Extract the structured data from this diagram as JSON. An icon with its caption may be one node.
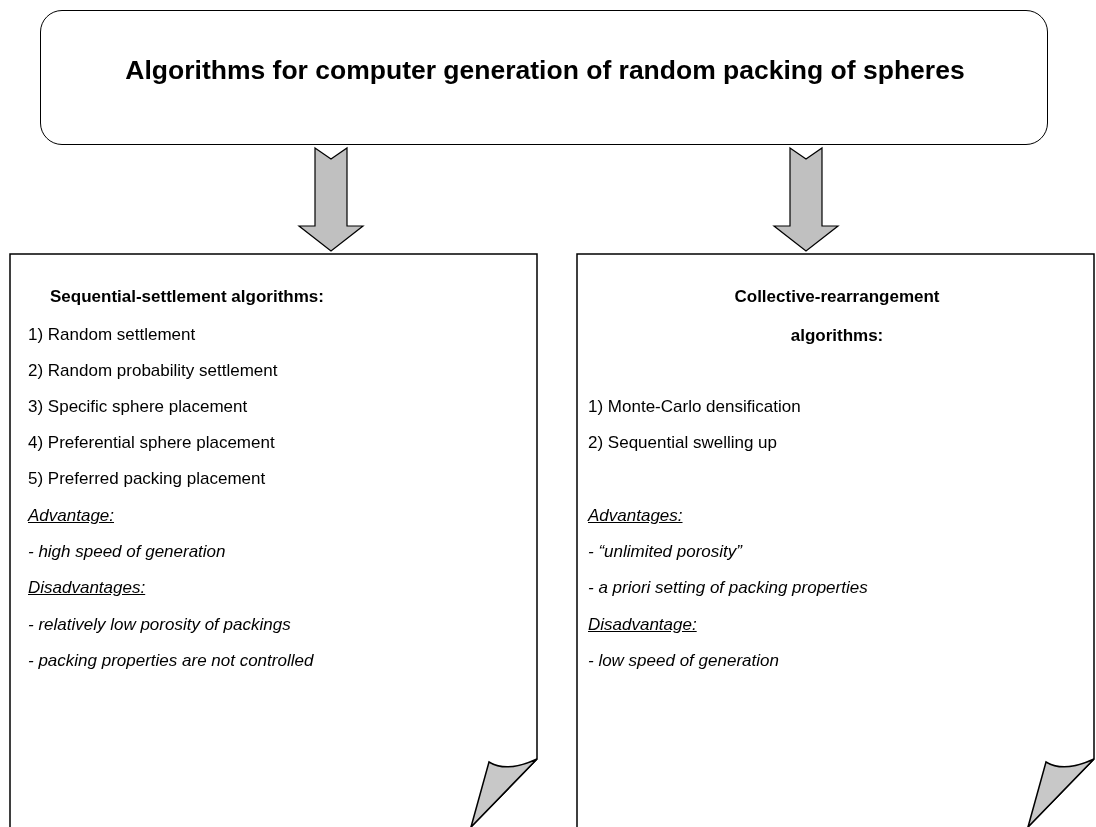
{
  "diagram": {
    "nodes": [
      {
        "text": [
          "Algorithms for computer generation of random packing of spheres"
        ]
      },
      {
        "text": [
          "Sequential-settlement algorithms:",
          "1) Random settlement",
          "2) Random probability settlement",
          "3) Specific sphere placement",
          "4) Preferential sphere placement",
          "5) Preferred packing placement",
          "Advantage:",
          "- high speed of generation",
          "Disadvantages:",
          "- relatively low porosity of packings",
          "- packing properties are not controlled"
        ]
      },
      {
        "text": [
          "Collective-rearrangement algorithms:",
          "1) Monte-Carlo densification",
          "2) Sequential swelling up",
          "Advantages:",
          "- “unlimited porosity”",
          "- a priori setting of packing properties",
          "Disadvantage:",
          "- low speed of generation"
        ]
      }
    ],
    "edges": [
      {
        "from": 0,
        "to": 1,
        "arrow": "to"
      },
      {
        "from": 0,
        "to": 2,
        "arrow": "to"
      }
    ]
  }
}
